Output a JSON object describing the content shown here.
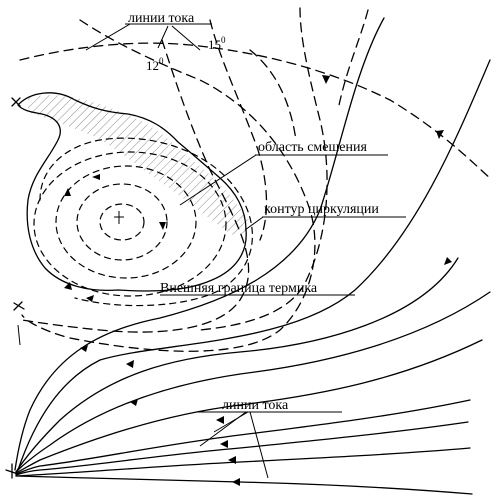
{
  "labels": {
    "streamlines_top": "линии тока",
    "iso_15_value": "15",
    "iso_15_sup": "0",
    "iso_12_value": "12",
    "iso_12_sup": "0",
    "mixing_region": "область смешения",
    "circulation_contour": "контур циркуляции",
    "thermal_outer_boundary": "Внешняя граница термика",
    "streamlines_bottom": "линии тока"
  }
}
